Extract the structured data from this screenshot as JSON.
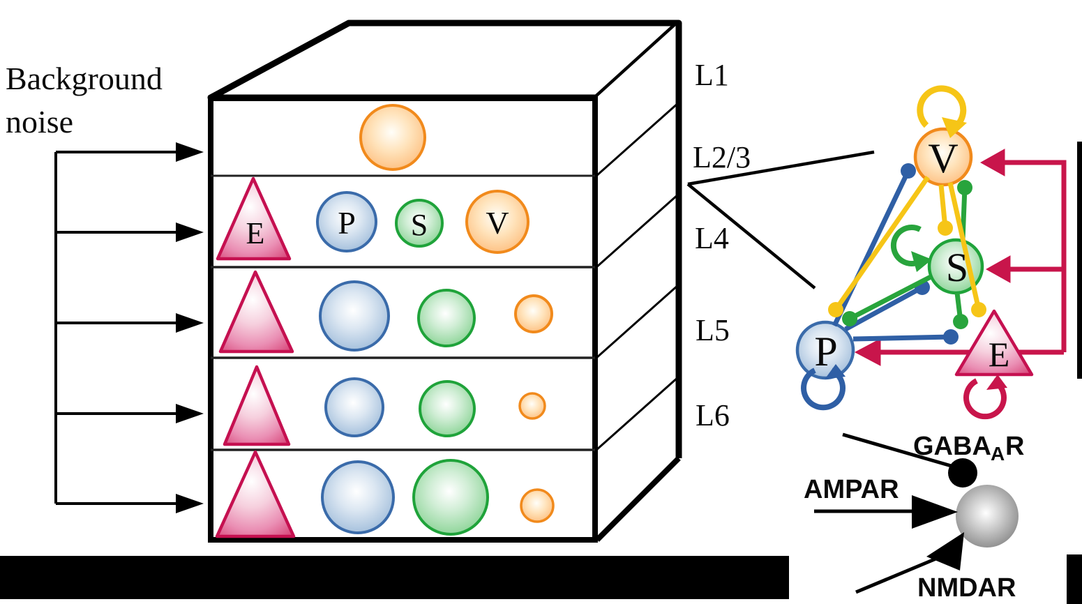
{
  "background_input": {
    "label_line1": "Background",
    "label_line2": "noise"
  },
  "column": {
    "layer_labels": [
      "L1",
      "L2/3",
      "L4",
      "L5",
      "L6"
    ],
    "cell_type_labels": {
      "e": "E",
      "p": "P",
      "s": "S",
      "v": "V"
    }
  },
  "circuit": {
    "node_labels": {
      "v": "V",
      "s": "S",
      "p": "P",
      "e": "E"
    }
  },
  "legend": {
    "gaba_prefix": "GABA",
    "gaba_sub": "A",
    "gaba_suffix": "R",
    "ampar": "AMPAR",
    "nmdar": "NMDAR"
  },
  "colors": {
    "excitatory_crimson": "#C51050",
    "pv_blue": "#3A6BAA",
    "sst_green": "#1FA33A",
    "vip_orange": "#F18A1C",
    "vip_yellow_line": "#F6C517",
    "line_black": "#000000"
  }
}
